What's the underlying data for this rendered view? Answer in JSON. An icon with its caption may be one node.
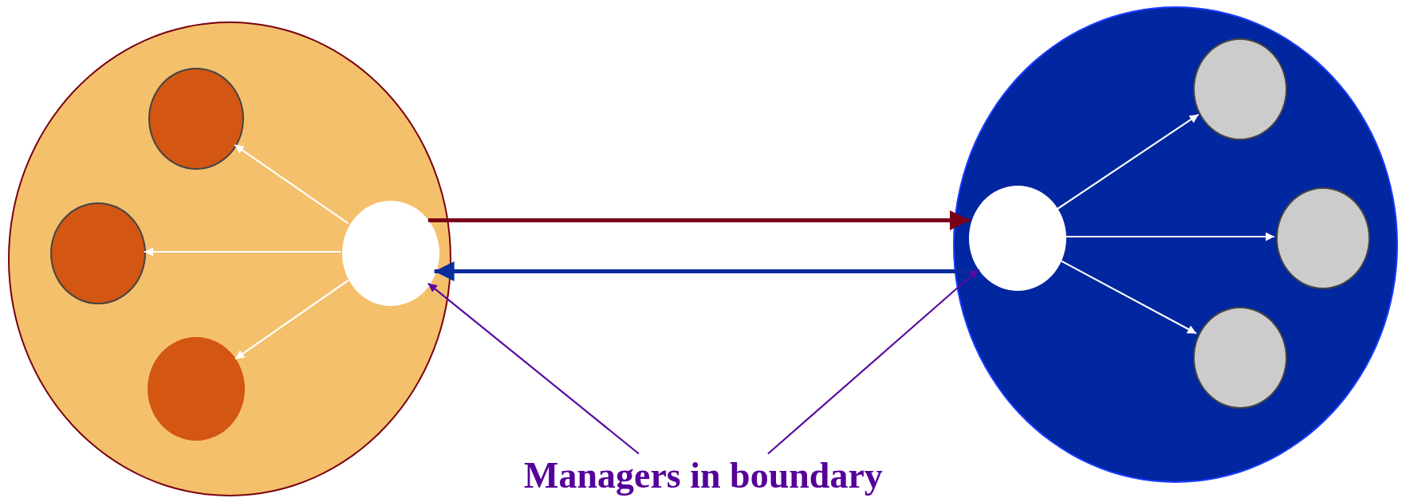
{
  "diagram": {
    "nodes": [
      {
        "text": [],
        "shape": "circle"
      },
      {
        "text": [],
        "shape": "circle",
        "in": 0
      },
      {
        "text": [],
        "shape": "circle",
        "in": 0
      },
      {
        "text": [],
        "shape": "circle",
        "in": 0
      },
      {
        "text": [],
        "shape": "circle",
        "in": 0
      },
      {
        "text": [],
        "shape": "circle"
      },
      {
        "text": [],
        "shape": "circle",
        "in": 5
      },
      {
        "text": [],
        "shape": "circle",
        "in": 5
      },
      {
        "text": [],
        "shape": "circle",
        "in": 5
      },
      {
        "text": [],
        "shape": "circle",
        "in": 5
      },
      {
        "text": [
          "Managers in boundary"
        ]
      }
    ],
    "edges": [
      {
        "from": 4,
        "to": 1,
        "arrow": "to"
      },
      {
        "from": 4,
        "to": 2,
        "arrow": "to"
      },
      {
        "from": 4,
        "to": 3,
        "arrow": "to"
      },
      {
        "from": 4,
        "to": 6,
        "arrow": "to",
        "style": "thick",
        "color": "#7a0018"
      },
      {
        "from": 6,
        "to": 4,
        "arrow": "to",
        "style": "thick",
        "color": "#0a2a9e"
      },
      {
        "from": 6,
        "to": 7,
        "arrow": "to"
      },
      {
        "from": 6,
        "to": 8,
        "arrow": "to"
      },
      {
        "from": 6,
        "to": 9,
        "arrow": "to"
      },
      {
        "from": 10,
        "to": 4,
        "arrow": "to",
        "color": "#5a0aa0"
      },
      {
        "from": 10,
        "to": 6,
        "arrow": "to",
        "color": "#5a0aa0"
      }
    ]
  }
}
